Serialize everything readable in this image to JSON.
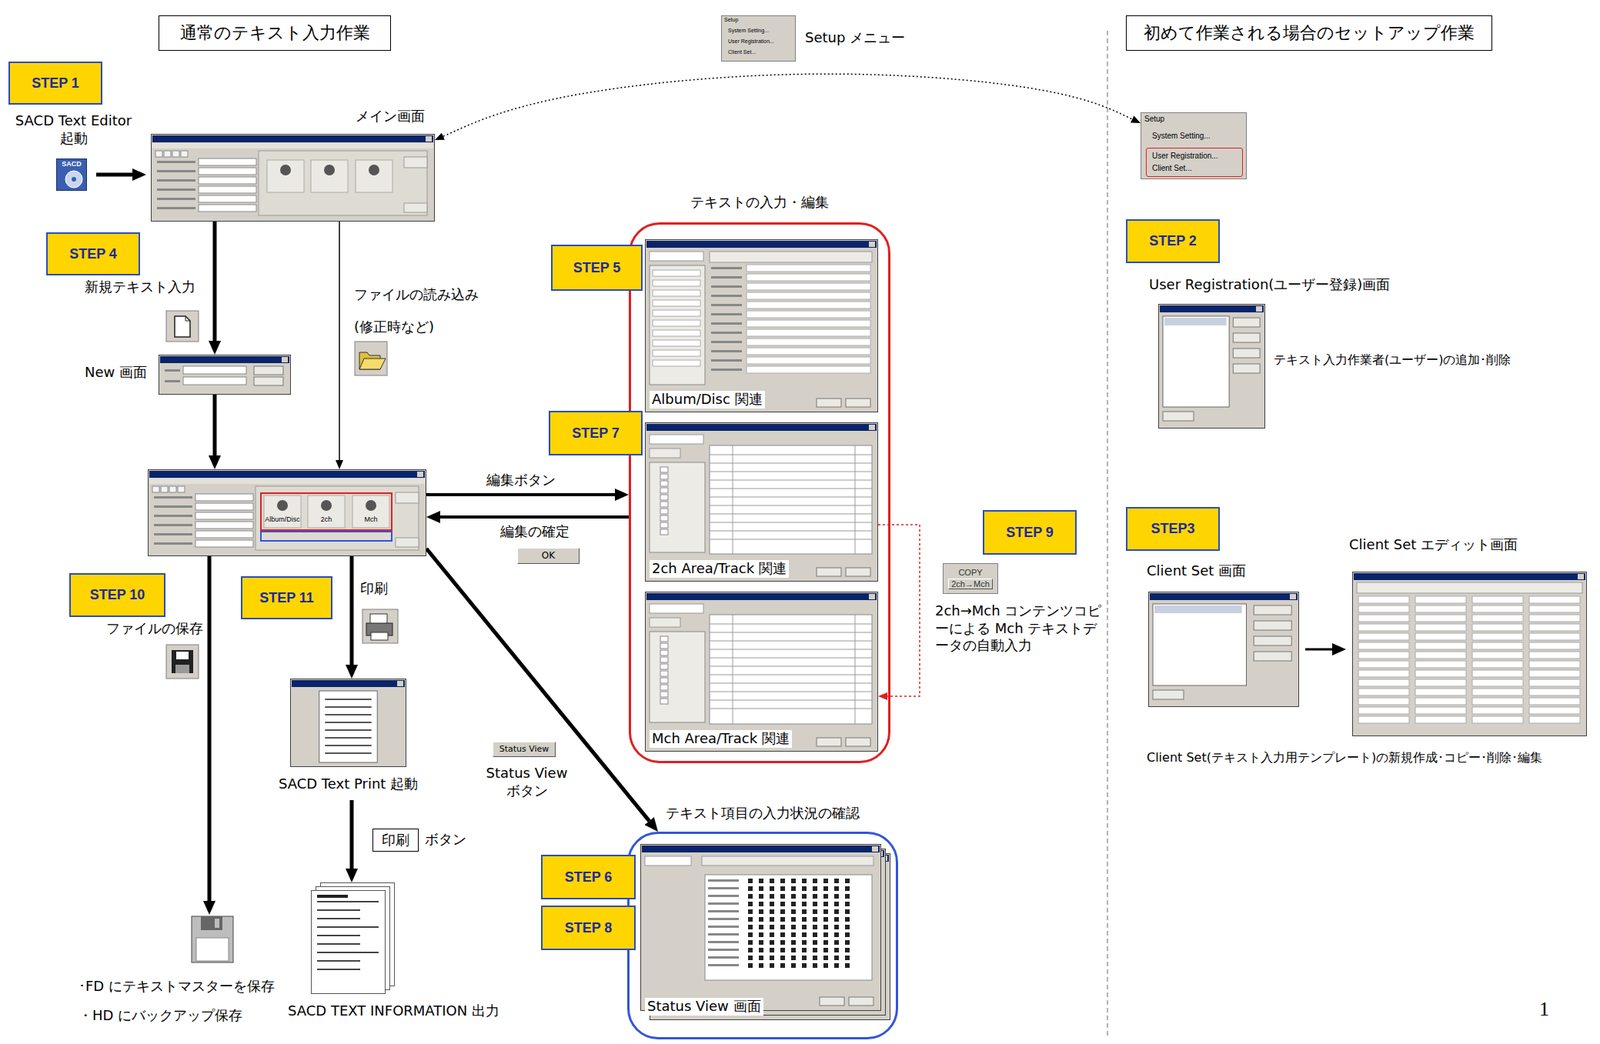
{
  "diagram": {
    "nodes": [
      {
        "text": [
          "通常のテキスト入力作業"
        ]
      },
      {
        "text": [
          "初めて作業される場合のセットアップ作業"
        ]
      },
      {
        "text": [
          "STEP 1"
        ]
      },
      {
        "text": [
          "SACD"
        ]
      },
      {
        "text": [
          "メイン画面"
        ]
      },
      {
        "text": [
          "Setup",
          "System Setting...",
          "User Registration...",
          "Client Set..."
        ]
      },
      {
        "text": [
          "Setup",
          "System Setting...",
          "User Registration...",
          "Client Set..."
        ]
      },
      {
        "text": [
          "STEP 4"
        ]
      },
      {
        "text": [
          "New 画面"
        ]
      },
      {
        "text": [
          "Album/Disc",
          "2ch",
          "Mch"
        ]
      },
      {
        "text": [
          "テキストの入力・編集"
        ]
      },
      {
        "text": [
          "STEP 5"
        ]
      },
      {
        "text": [
          "Album/Disc 関連"
        ],
        "in": 10
      },
      {
        "text": [
          "STEP 7"
        ]
      },
      {
        "text": [
          "2ch Area/Track 関連"
        ],
        "in": 10
      },
      {
        "text": [
          "Mch Area/Track 関連"
        ],
        "in": 10
      },
      {
        "text": [
          "STEP 9"
        ]
      },
      {
        "text": [
          "COPY",
          "2ch→Mch"
        ]
      },
      {
        "text": [
          "STEP 10"
        ]
      },
      {
        "text": [
          "STEP 11"
        ]
      },
      {
        "text": [
          "･FD にテキストマスターを保存",
          "・HD にバックアップ保存"
        ]
      },
      {
        "text": [
          "SACD Text Print 起動"
        ]
      },
      {
        "text": [
          "SACD TEXT INFORMATION 出力"
        ]
      },
      {
        "text": [
          "印刷"
        ]
      },
      {
        "text": [
          "Status View"
        ]
      },
      {
        "text": [
          "テキスト項目の入力状況の確認"
        ]
      },
      {
        "text": [
          "STEP 6"
        ]
      },
      {
        "text": [
          "STEP 8"
        ]
      },
      {
        "text": [
          "Status View 画面"
        ],
        "in": 25
      },
      {
        "text": [
          "OK"
        ]
      },
      {
        "text": [
          "STEP 2"
        ]
      },
      {
        "text": [
          "User Registration(ユーザー登録)画面"
        ]
      },
      {
        "text": [
          "STEP3"
        ]
      },
      {
        "text": [
          "Client Set 画面"
        ]
      },
      {
        "text": [
          "Client Set エディット画面"
        ]
      }
    ],
    "edges": [
      {
        "from": 3,
        "to": 4,
        "arrow": "to"
      },
      {
        "from": 4,
        "to": 8,
        "arrow": "to"
      },
      {
        "from": 8,
        "to": 9,
        "arrow": "to"
      },
      {
        "from": 4,
        "to": 9,
        "arrow": "to"
      },
      {
        "from": 9,
        "to": 10,
        "label": "編集ボタン",
        "arrow": "to"
      },
      {
        "from": 10,
        "to": 9,
        "label": "編集の確定",
        "arrow": "to"
      },
      {
        "from": 4,
        "to": 6,
        "arrow": "both"
      },
      {
        "from": 14,
        "to": 15,
        "arrow": "to"
      },
      {
        "from": 9,
        "to": 20,
        "arrow": "to"
      },
      {
        "from": 9,
        "to": 21,
        "arrow": "to"
      },
      {
        "from": 21,
        "to": 22,
        "arrow": "to"
      },
      {
        "from": 9,
        "to": 25,
        "arrow": "to"
      },
      {
        "from": 33,
        "to": 34,
        "arrow": "to"
      }
    ],
    "labels": [
      "SACD Text Editor 起動",
      "Setup メニュー",
      "新規テキスト入力",
      "ファイルの読み込み",
      "(修正時など)",
      "2ch→Mch コンテンツコピーによる Mch テキストデータの自動入力",
      "ファイルの保存",
      "印刷",
      "ボタン",
      "Status View ボタン",
      "テキスト入力作業者(ユーザー)の追加･削除",
      "Client Set(テキスト入力用テンプレート)の新規作成･コピー･削除･編集",
      "1"
    ]
  }
}
